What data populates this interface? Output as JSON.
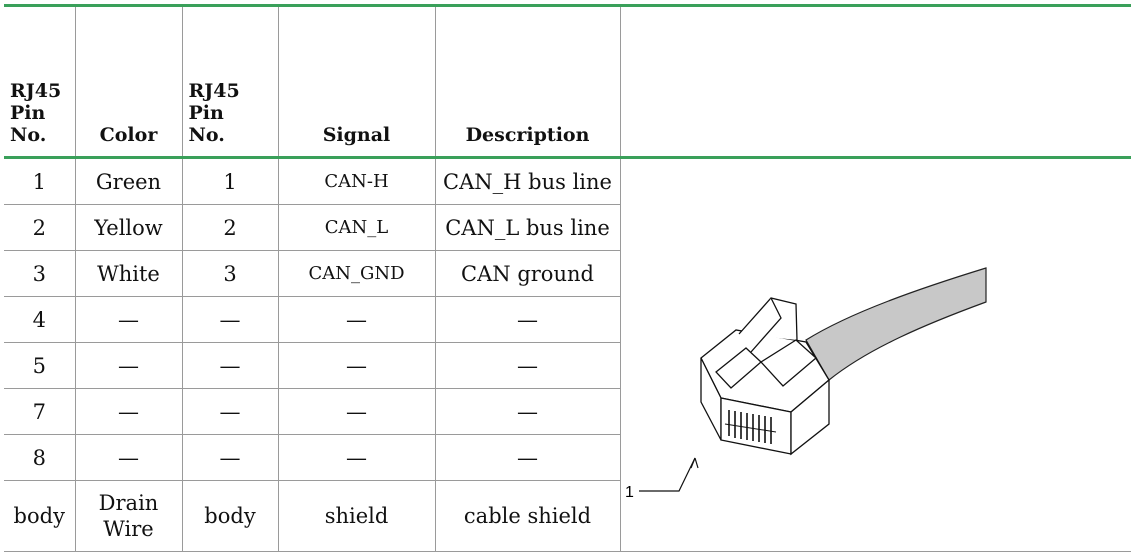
{
  "headers": {
    "pin1": [
      "RJ45",
      "Pin",
      "No."
    ],
    "color": "Color",
    "pin2": [
      "RJ45",
      "Pin",
      "No."
    ],
    "signal": "Signal",
    "description": "Description"
  },
  "rows": [
    {
      "pin1": "1",
      "color": "Green",
      "pin2": "1",
      "signal": "CAN-H",
      "description": "CAN_H bus line"
    },
    {
      "pin1": "2",
      "color": "Yellow",
      "pin2": "2",
      "signal": "CAN_L",
      "description": "CAN_L bus line"
    },
    {
      "pin1": "3",
      "color": "White",
      "pin2": "3",
      "signal": "CAN_GND",
      "description": "CAN ground"
    },
    {
      "pin1": "4",
      "color": "—",
      "pin2": "—",
      "signal": "—",
      "description": "—"
    },
    {
      "pin1": "5",
      "color": "—",
      "pin2": "—",
      "signal": "—",
      "description": "—"
    },
    {
      "pin1": "7",
      "color": "—",
      "pin2": "—",
      "signal": "—",
      "description": "—"
    },
    {
      "pin1": "8",
      "color": "—",
      "pin2": "—",
      "signal": "—",
      "description": "—"
    }
  ],
  "last_row": {
    "pin1": "body",
    "color": [
      "Drain",
      "Wire"
    ],
    "pin2": "body",
    "signal": "shield",
    "description": "cable shield"
  },
  "figure": {
    "pin_label": "1"
  },
  "colors": {
    "rule": "#3aa05a",
    "grid": "#9a9a9a"
  }
}
